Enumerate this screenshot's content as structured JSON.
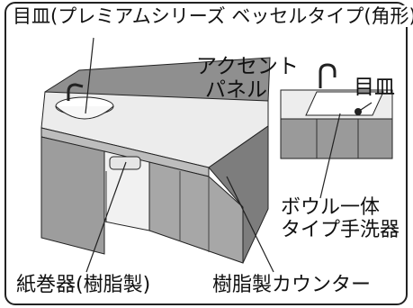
{
  "labels": {
    "top": "目皿(プレミアムシリーズ ベッセルタイプ(角形))",
    "accent_panel_line1": "アクセント",
    "accent_panel_line2": "パネル",
    "inset_drain": "目皿",
    "bowl_line1": "ボウル一体",
    "bowl_line2": "タイプ手洗器",
    "paper_holder": "紙巻器(樹脂製)",
    "counter": "樹脂製カウンター"
  },
  "colors": {
    "panel": "#8f8f8f",
    "counter_top": "#e9e9e9",
    "cabinet": "#a4a4a4",
    "outline": "#222222"
  }
}
